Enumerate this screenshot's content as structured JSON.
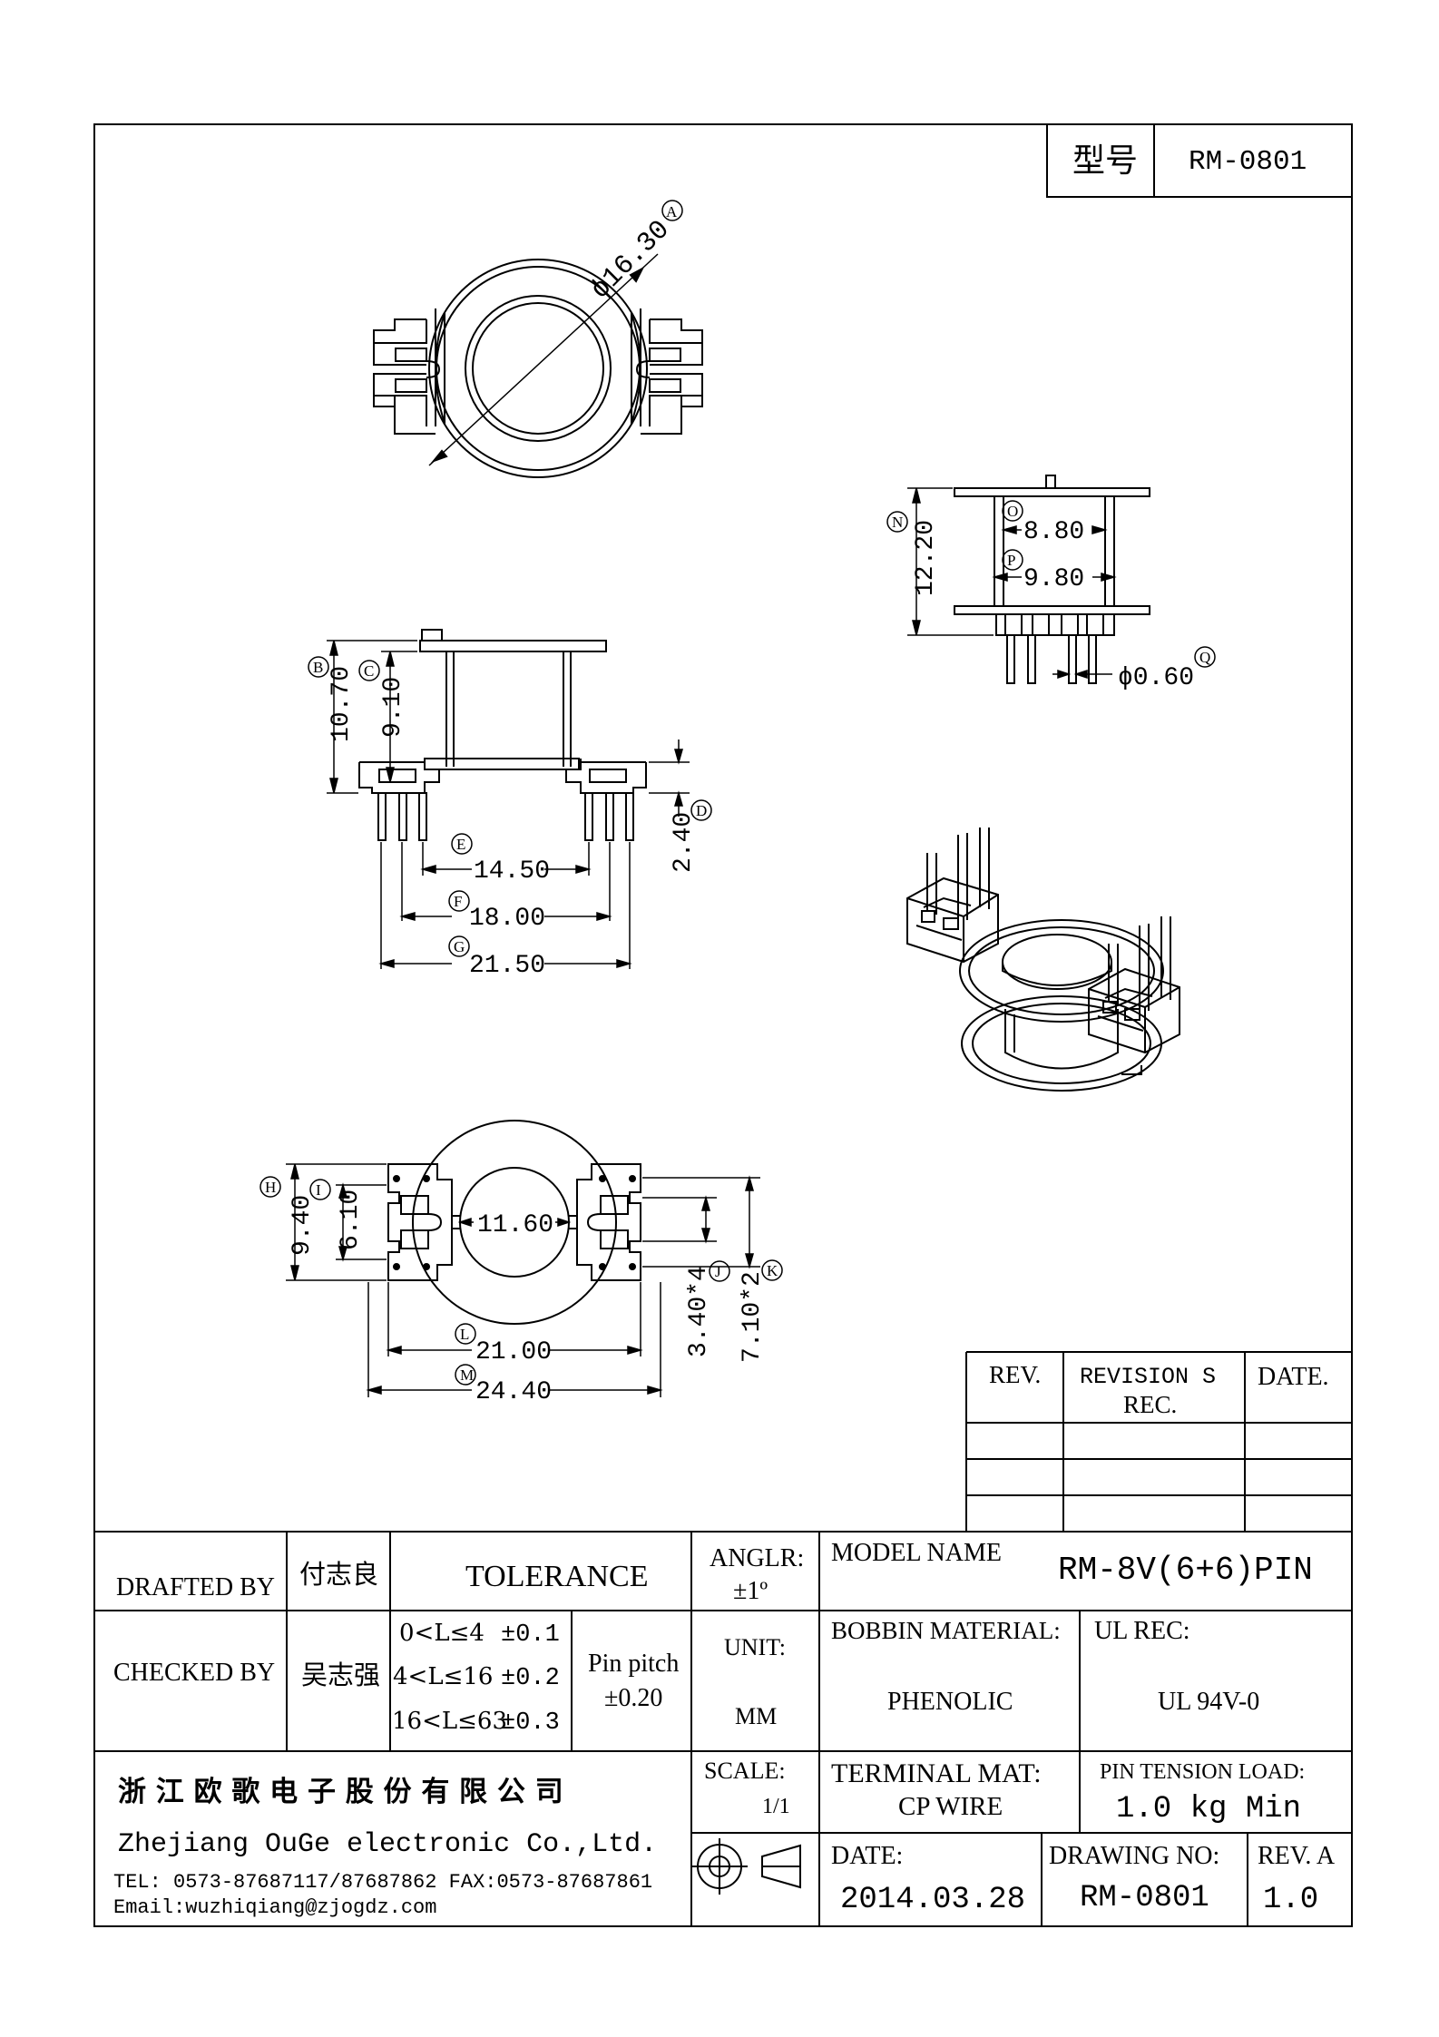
{
  "model_box": {
    "label": "型号",
    "value": "RM-0801"
  },
  "dimensions": {
    "A": {
      "tag": "A",
      "text": "ϕ16.30"
    },
    "B": {
      "tag": "B",
      "text": "10.70"
    },
    "C": {
      "tag": "C",
      "text": "9.10"
    },
    "D": {
      "tag": "D",
      "text": "2.40"
    },
    "E": {
      "tag": "E",
      "text": "14.50"
    },
    "F": {
      "tag": "F",
      "text": "18.00"
    },
    "G": {
      "tag": "G",
      "text": "21.50"
    },
    "H": {
      "tag": "H",
      "text": "9.40"
    },
    "I": {
      "tag": "I",
      "text": "6.10"
    },
    "J": {
      "tag": "J",
      "text": "3.40*4"
    },
    "K": {
      "tag": "K",
      "text": "7.10*2"
    },
    "L": {
      "tag": "L",
      "text": "21.00"
    },
    "M": {
      "tag": "M",
      "text": "24.40"
    },
    "N": {
      "tag": "N",
      "text": "12.20"
    },
    "O": {
      "tag": "O",
      "text": "8.80"
    },
    "P": {
      "tag": "P",
      "text": "9.80"
    },
    "Q": {
      "tag": "Q",
      "text": "ϕ0.60"
    },
    "center": {
      "text": "11.60"
    }
  },
  "revisions": {
    "rev": "REV.",
    "revisions_line1": "REVISION S",
    "revisions_line2": "REC.",
    "date": "DATE."
  },
  "title_block": {
    "drafted_by_label": "DRAFTED BY",
    "drafted_by_name": "付志良",
    "checked_by_label": "CHECKED BY",
    "checked_by_name": "吴志强",
    "tolerance_label": "TOLERANCE",
    "tolerance_rows": [
      {
        "range": "0<L≤4",
        "value": "±0.1"
      },
      {
        "range": "4<L≤16",
        "value": "±0.2"
      },
      {
        "range": "16<L≤63",
        "value": "±0.3"
      }
    ],
    "pin_pitch_label": "Pin pitch",
    "pin_pitch_value": "±0.20",
    "angle_label": "ANGLR:",
    "angle_value": "±1º",
    "unit_label": "UNIT:",
    "unit_value": "MM",
    "scale_label": "SCALE:",
    "scale_value": "1/1",
    "model_name_label": "MODEL NAME",
    "model_name_value": "RM-8V(6+6)PIN",
    "bobbin_material_label": "BOBBIN MATERIAL:",
    "bobbin_material_value": "PHENOLIC",
    "ul_rec_label": "UL REC:",
    "ul_rec_value": "UL 94V-0",
    "terminal_mat_label": "TERMINAL MAT:",
    "terminal_mat_value": "CP  WIRE",
    "pin_tension_label": "PIN  TENSION  LOAD:",
    "pin_tension_value": "1.0 kg Min",
    "date_label": "DATE:",
    "date_value": "2014.03.28",
    "drawing_no_label": "DRAWING NO:",
    "drawing_no_value": "RM-0801",
    "rev_label": "REV. A",
    "rev_value": "1.0"
  },
  "company": {
    "name_cn": "浙 江 欧 歌 电 子 股 份 有 限 公 司",
    "name_en": "Zhejiang OuGe electronic Co.,Ltd.",
    "contact": "TEL: 0573-87687117/87687862   FAX:0573-87687861",
    "email": "Email:wuzhiqiang@zjogdz.com"
  }
}
